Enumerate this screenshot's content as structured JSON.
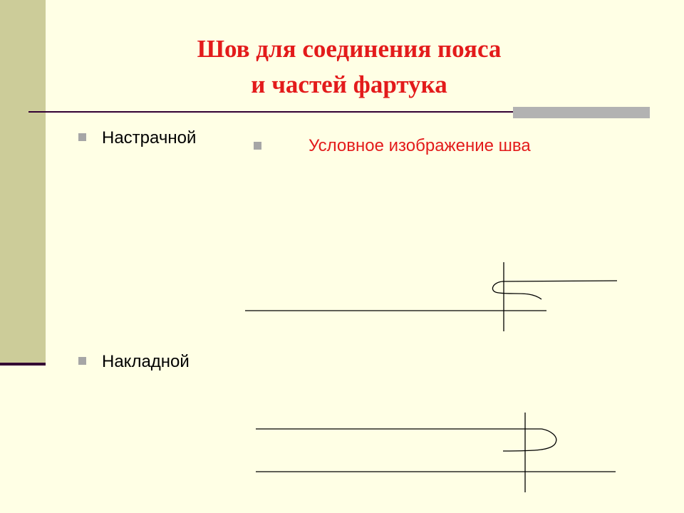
{
  "slide": {
    "title_line1": "Шов для соединения пояса",
    "title_line2": "и частей фартука",
    "bullets": {
      "first": "Настрачной",
      "second": "Условное изображение шва",
      "third": "Накладной"
    }
  },
  "colors": {
    "background": "#ffffe5",
    "side_band": "#cccc99",
    "title": "#e31b1b",
    "accent_rule": "#330033",
    "bullet": "#a6a6a6"
  }
}
